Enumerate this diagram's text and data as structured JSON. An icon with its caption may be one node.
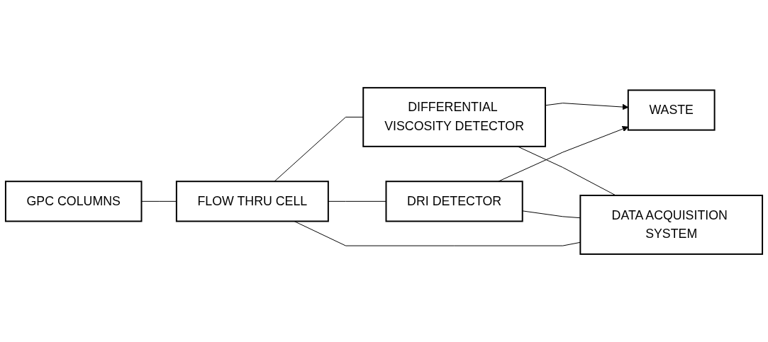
{
  "diagram": {
    "nodes": [
      {
        "text": [
          "GPC COLUMNS"
        ]
      },
      {
        "text": [
          "FLOW THRU CELL"
        ]
      },
      {
        "text": [
          "DRI DETECTOR"
        ]
      },
      {
        "text": [
          "WASTE"
        ]
      },
      {
        "text": [
          "DIFFERENTIAL VISCOSITY DETECTOR"
        ]
      },
      {
        "text": [
          "DATA ACQUISITION SYSTEM"
        ]
      }
    ],
    "edges": [
      {
        "from": 0,
        "to": 1,
        "arrow": "none"
      },
      {
        "from": 1,
        "to": 2,
        "arrow": "none"
      },
      {
        "from": 1,
        "to": 5,
        "arrow": "none"
      },
      {
        "from": 1,
        "to": 4,
        "arrow": "none"
      },
      {
        "from": 2,
        "to": 3,
        "arrow": "to"
      },
      {
        "from": 4,
        "to": 3,
        "arrow": "to"
      },
      {
        "from": 2,
        "to": 5,
        "arrow": "none"
      },
      {
        "from": 4,
        "to": 5,
        "arrow": "none"
      }
    ]
  }
}
